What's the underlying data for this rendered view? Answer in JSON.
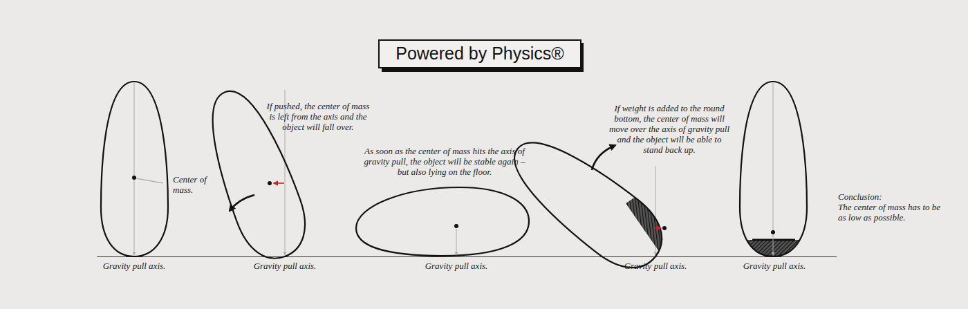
{
  "diagram": {
    "title": "Powered by Physics®",
    "labels": [
      "Center of mass.",
      "If pushed, the center of mass is left from the axis and the object will fall over.",
      "As soon as the center of mass hits the axis of gravity pull, the object will be stable again – but also lying on the floor.",
      "If weight is added to the round bottom, the center of mass will move over the axis of gravity pull and the object will be able to stand back up.",
      "Conclusion:",
      "The center of mass has to be as low as possible.",
      "Gravity pull axis.",
      "Gravity pull axis.",
      "Gravity pull axis.",
      "Gravity pull axis.",
      "Gravity pull axis."
    ]
  }
}
